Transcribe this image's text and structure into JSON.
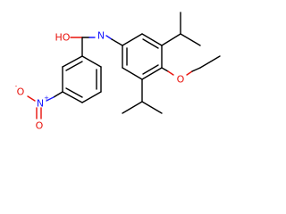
{
  "molecule": {
    "atoms": {
      "oh": {
        "text": "HO",
        "color": "#e8120c"
      },
      "nh": {
        "text": "N",
        "color": "#1a1aff"
      },
      "n_nitro": {
        "text": "N",
        "color": "#1a1aff"
      },
      "n_plus": {
        "text": "+",
        "color": "#1a1aff"
      },
      "o_minus_label": {
        "text": "O",
        "color": "#e8120c"
      },
      "o_minus_charge": {
        "text": "-",
        "color": "#e8120c"
      },
      "o_nitro": {
        "text": "O",
        "color": "#e8120c"
      },
      "o_ether": {
        "text": "O",
        "color": "#e8120c"
      }
    },
    "colors": {
      "carbon_bond": "#000000",
      "oxygen": "#e8120c",
      "nitrogen": "#1a1aff",
      "background": "#ffffff"
    }
  }
}
